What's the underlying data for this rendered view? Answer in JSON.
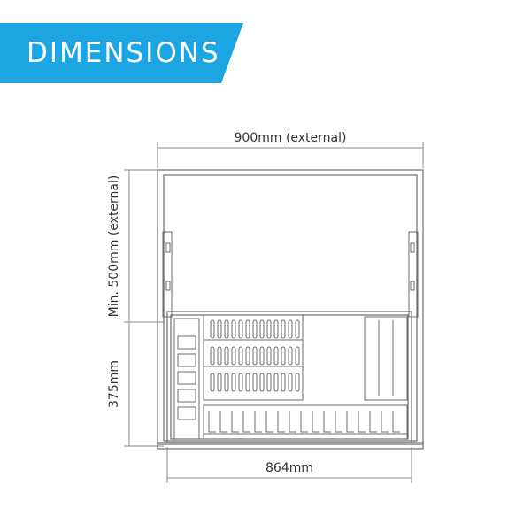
{
  "banner": {
    "title": "DIMENSIONS",
    "color": "#1ba5e3"
  },
  "dimensions": {
    "width_external": "900mm (external)",
    "height_min": "Min. 500mm (external)",
    "height_unit": "375mm",
    "width_internal": "864mm"
  },
  "colors": {
    "line": "#6b6b6b",
    "dim_line": "#8a8a8a",
    "text": "#333333"
  }
}
